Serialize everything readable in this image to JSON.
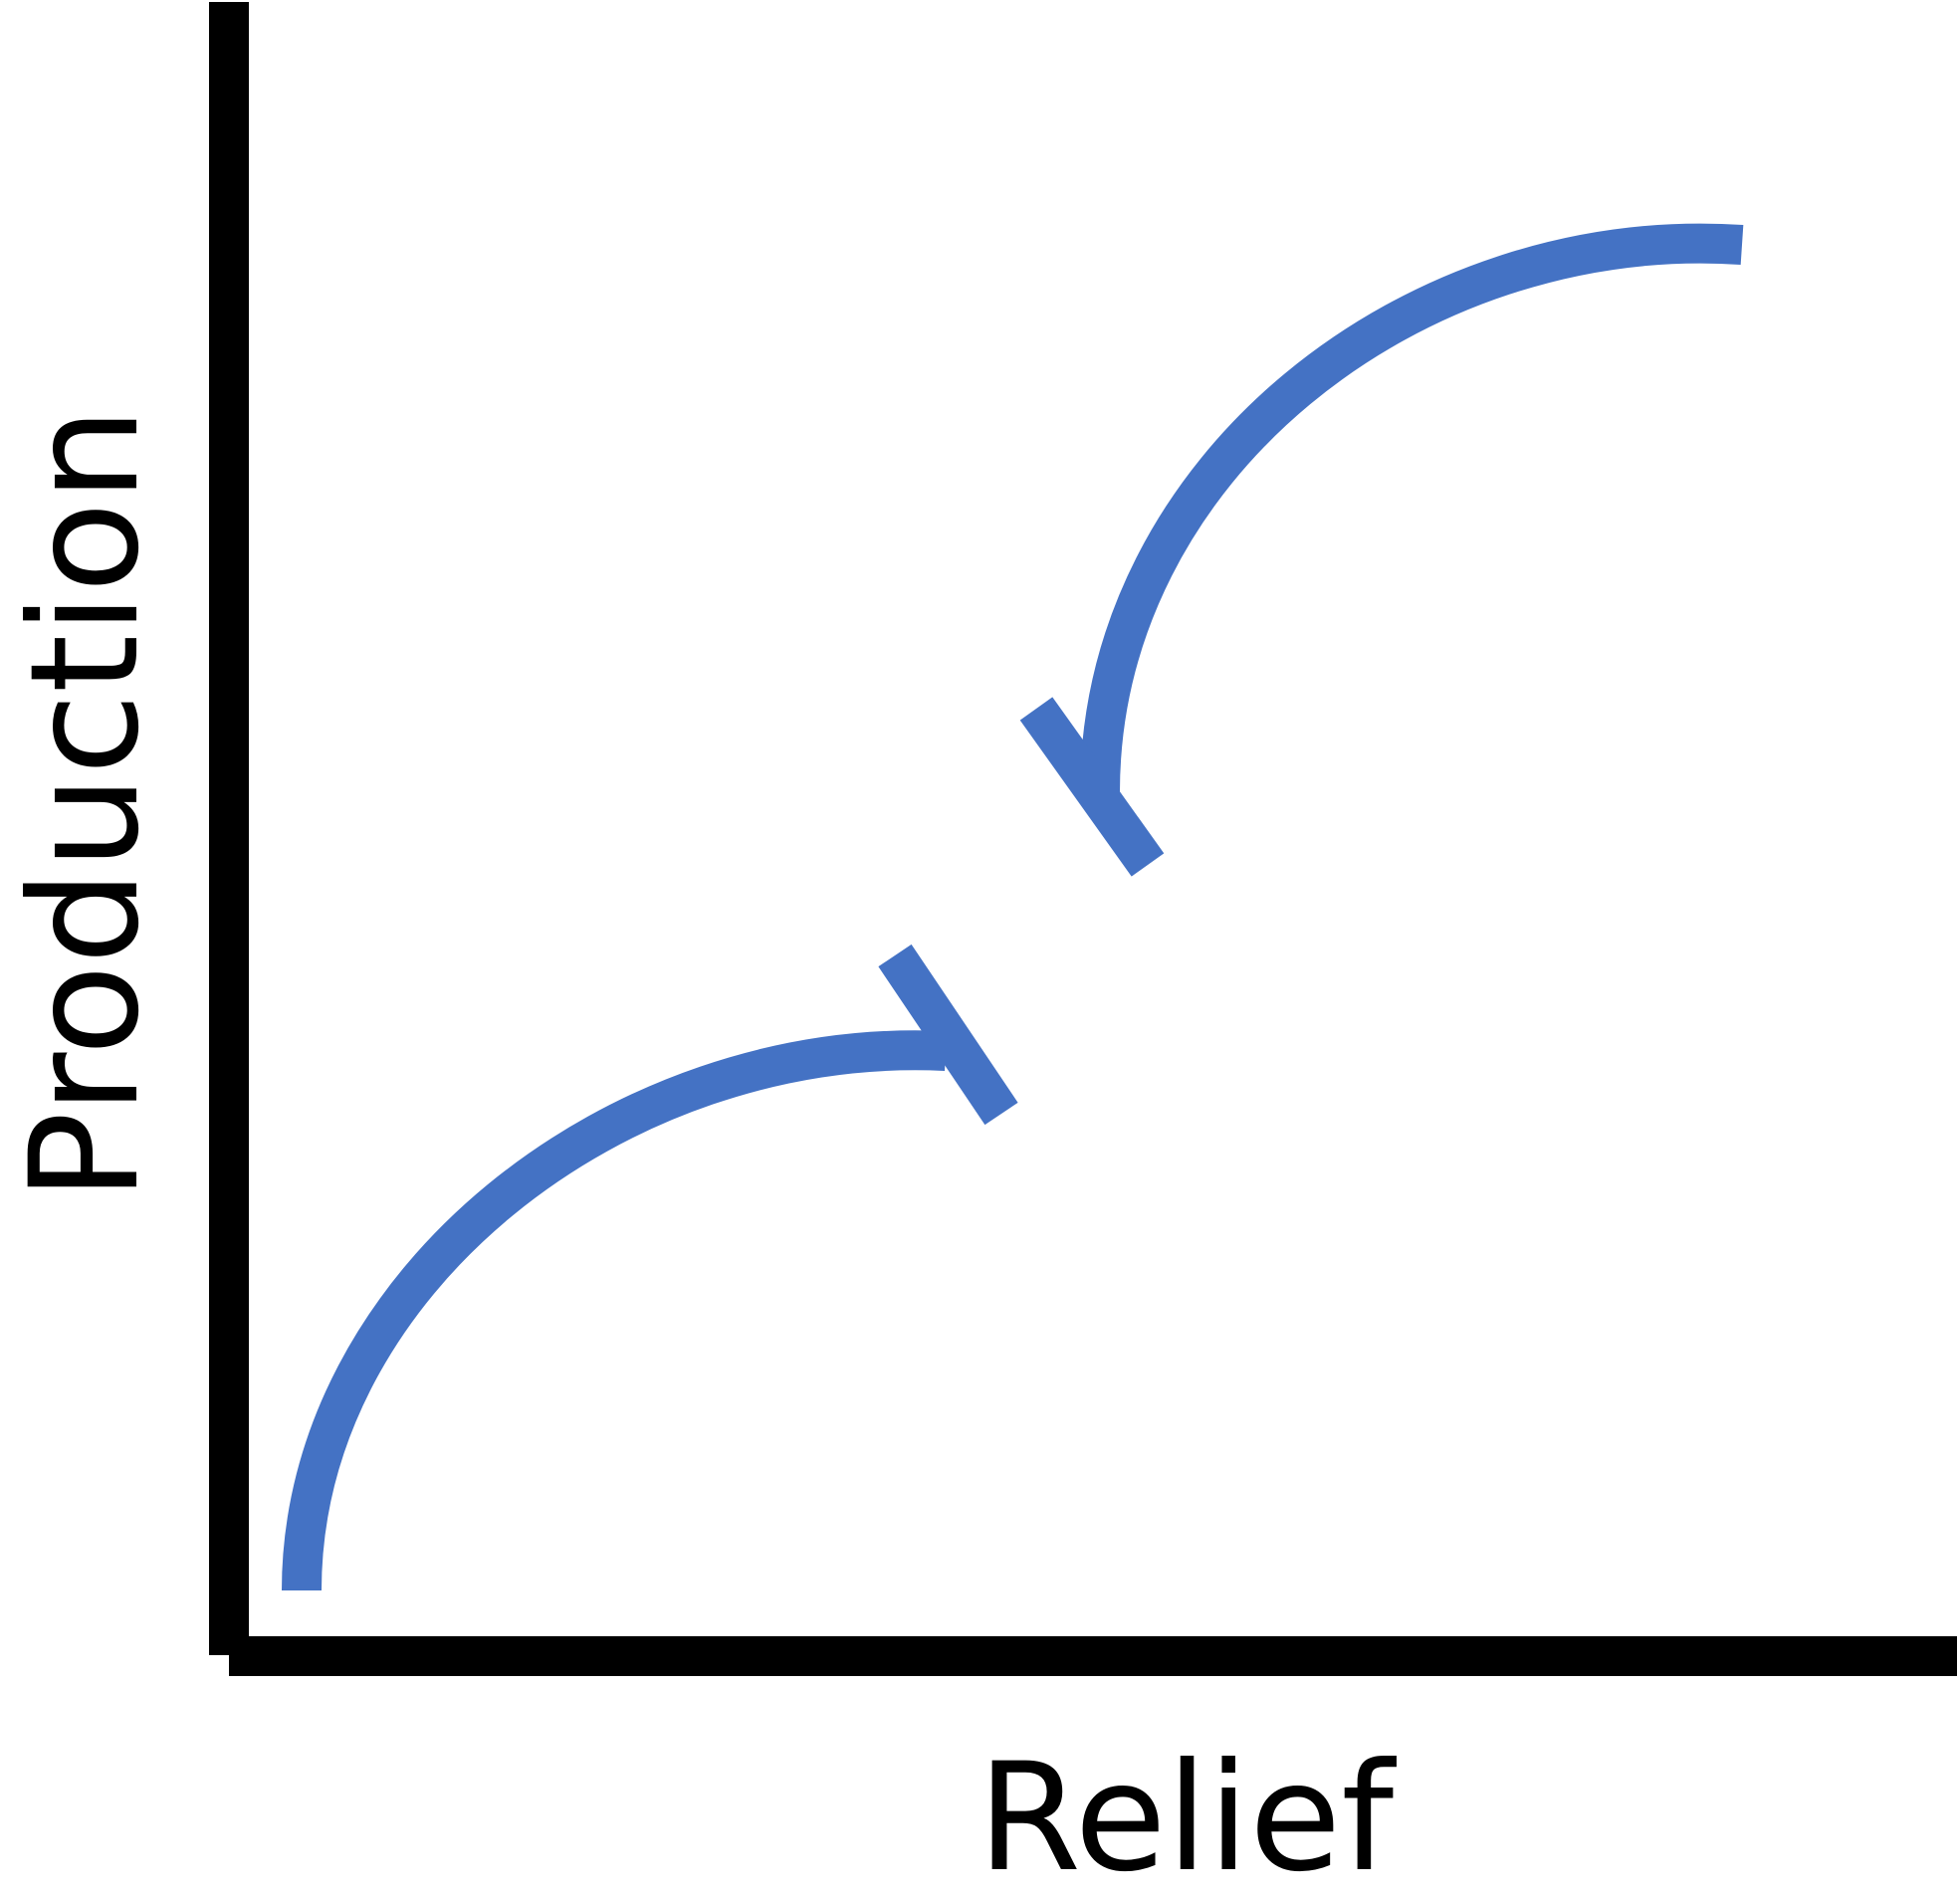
{
  "diagram": {
    "axes": {
      "x_label": "Relief",
      "y_label": "Production"
    },
    "colors": {
      "axis": "#000000",
      "curve": "#4472C4",
      "background": "#FFFFFF"
    },
    "curves": [
      {
        "name": "lower-curve",
        "marker": "end-tick"
      },
      {
        "name": "upper-curve",
        "marker": "end-tick"
      }
    ]
  }
}
